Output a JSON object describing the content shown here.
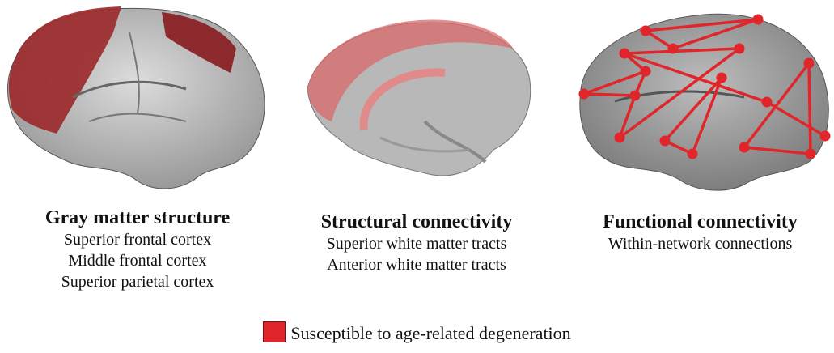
{
  "panels": [
    {
      "title": "Gray matter structure",
      "lines": [
        "Superior frontal cortex",
        "Middle frontal cortex",
        "Superior parietal cortex"
      ]
    },
    {
      "title": "Structural connectivity",
      "lines": [
        "Superior white matter tracts",
        "Anterior white matter tracts"
      ]
    },
    {
      "title": "Functional connectivity",
      "lines": [
        "Within-network connections"
      ]
    }
  ],
  "legend": {
    "label": "Susceptible to age-related degeneration",
    "color": "#e0262a"
  },
  "colors": {
    "cortex": "#c9c9c9",
    "highlight": "#9c2a2c",
    "network": "#e0262a"
  }
}
